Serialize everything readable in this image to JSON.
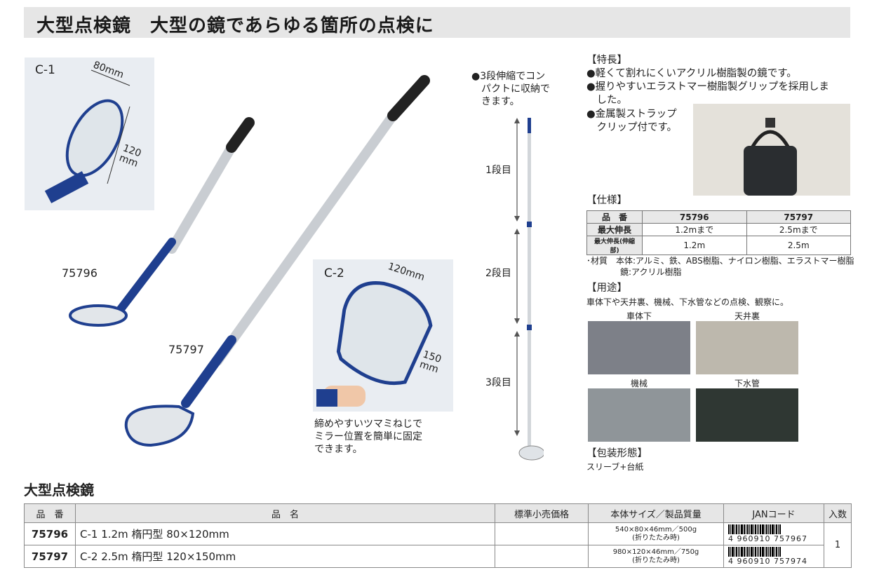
{
  "header": {
    "title": "大型点検鏡　大型の鏡であらゆる箇所の点検に"
  },
  "products": {
    "c1_label": "C-1",
    "c1_width": "80mm",
    "c1_height": "120\nmm",
    "c2_label": "C-2",
    "c2_width": "120mm",
    "c2_height": "150\nmm",
    "label_75796": "75796",
    "label_75797": "75797",
    "knob_note": "締めやすいツマミねじで\nミラー位置を簡単に固定\nできます。"
  },
  "telescope": {
    "note": "●3段伸縮でコン\n　パクトに収納で\n　きます。",
    "stage1": "1段目",
    "stage2": "2段目",
    "stage3": "3段目"
  },
  "features": {
    "heading": "【特長】",
    "items": [
      "●軽くて割れにくいアクリル樹脂製の鏡です。",
      "●握りやすいエラストマー樹脂製グリップを採用しま\n　した。",
      "●金属製ストラップ\n　クリップ付です。"
    ]
  },
  "spec": {
    "heading": "【仕様】",
    "rows": [
      [
        "品　番",
        "75796",
        "75797"
      ],
      [
        "最大伸長",
        "1.2mまで",
        "2.5mまで"
      ],
      [
        "最大伸長(伸縮部)",
        "1.2m",
        "2.5m"
      ]
    ],
    "material": "･材質　本体:アルミ、鉄、ABS樹脂、ナイロン樹脂、エラストマー樹脂\n　　　　鏡:アクリル樹脂"
  },
  "uses": {
    "heading": "【用途】",
    "text": "車体下や天井裏、機械、下水管などの点検、観察に。",
    "captions": [
      "車体下",
      "天井裏",
      "機械",
      "下水管"
    ]
  },
  "packaging": {
    "heading": "【包装形態】",
    "text": "スリーブ+台紙"
  },
  "table": {
    "title": "大型点検鏡",
    "headers": [
      "品　番",
      "品　名",
      "標準小売価格",
      "本体サイズ／製品質量",
      "JANコード",
      "入数"
    ],
    "rows": [
      {
        "code": "75796",
        "name": "C-1 1.2m 楕円型 80×120mm",
        "price": "",
        "size": "540×80×46mm／500g\n(折りたたみ時)",
        "jan": "4 960910 757967"
      },
      {
        "code": "75797",
        "name": "C-2 2.5m 楕円型 120×150mm",
        "price": "",
        "size": "980×120×46mm／750g\n(折りたたみ時)",
        "jan": "4 960910 757974"
      }
    ],
    "qty": "1"
  },
  "colors": {
    "navy": "#1f3f8f",
    "header_bg": "#e6e6e6",
    "photo_bg": "#e9edf2"
  }
}
